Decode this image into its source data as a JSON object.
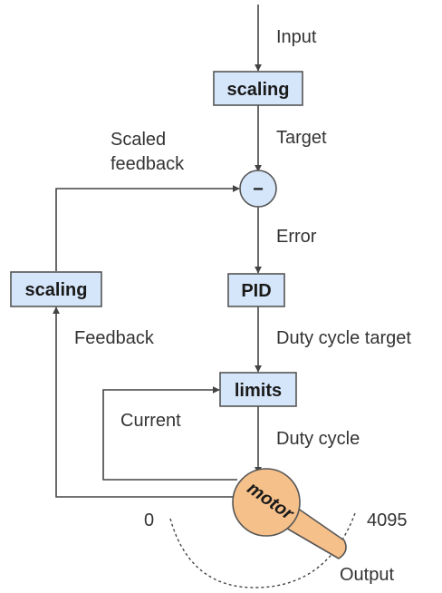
{
  "labels": {
    "input": "Input",
    "target": "Target",
    "scaled_feedback_line1": "Scaled",
    "scaled_feedback_line2": "feedback",
    "error": "Error",
    "feedback": "Feedback",
    "duty_cycle_target": "Duty cycle target",
    "current": "Current",
    "duty_cycle": "Duty cycle",
    "zero": "0",
    "max": "4095",
    "output": "Output"
  },
  "blocks": {
    "scaling_top": "scaling",
    "scaling_left": "scaling",
    "pid": "PID",
    "limits": "limits",
    "motor": "motor",
    "subtract_symbol": "−"
  },
  "colors": {
    "block_fill": "#d6e6fa",
    "motor_fill": "#f6c08a",
    "line": "#444444"
  }
}
